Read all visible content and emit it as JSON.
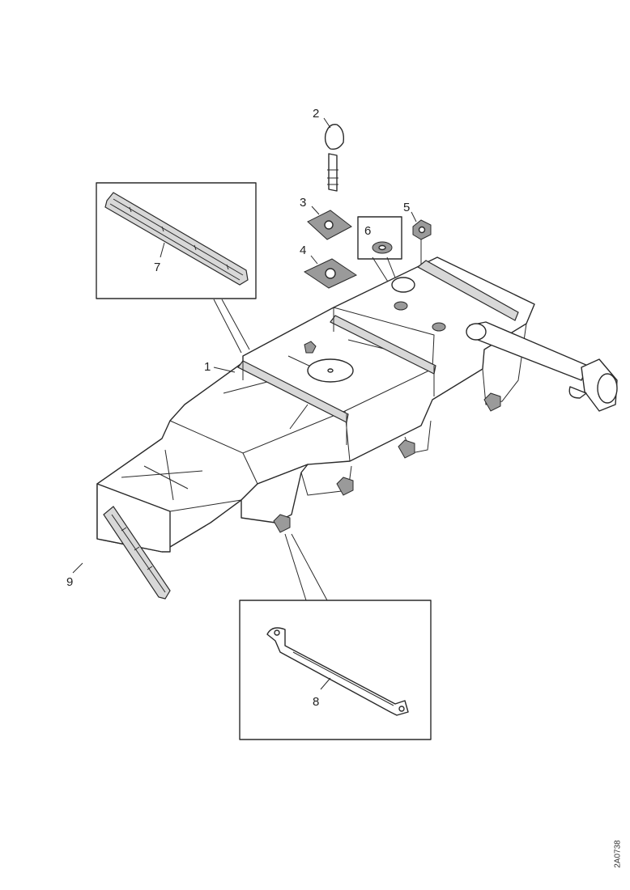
{
  "callouts": {
    "c1": "1",
    "c2": "2",
    "c3": "3",
    "c4": "4",
    "c5": "5",
    "c6": "6",
    "c7": "7",
    "c8": "8",
    "c9": "9"
  },
  "document_id": "2A0738",
  "colors": {
    "line": "#2a2a2a",
    "background": "#ffffff",
    "hatch": "#9a9a9a"
  }
}
